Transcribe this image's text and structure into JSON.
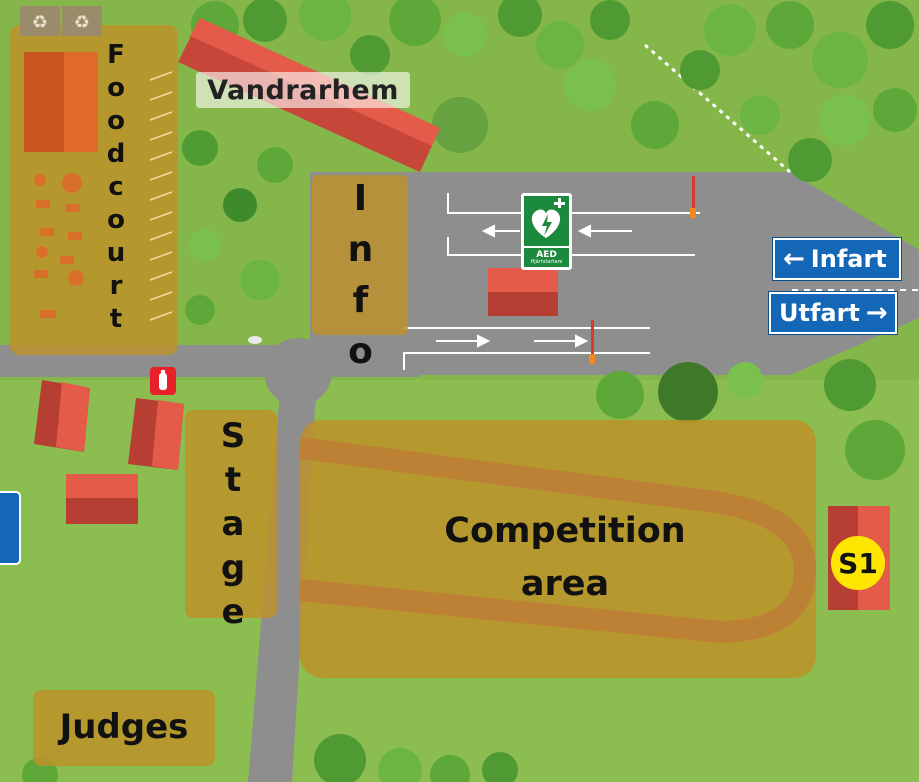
{
  "map": {
    "labels": {
      "vandrarhem": "Vandrarhem",
      "foodcourt": "Foodcourt",
      "info": "Info",
      "stage": "Stage",
      "competition_line1": "Competition",
      "competition_line2": "area",
      "judges": "Judges"
    },
    "signs": {
      "infart": "Infart",
      "utfart": "Utfart",
      "aed_title": "AED",
      "aed_sub": "Hjärtstartare",
      "s1": "S1"
    },
    "icons": [
      "recycling-bin-icon",
      "aed-icon",
      "fire-extinguisher-icon",
      "arrow-left-icon",
      "arrow-right-icon"
    ],
    "colors": {
      "grass": "#84b64a",
      "road": "#8e8e8e",
      "zone": "#be9128",
      "roof": "#d8463a",
      "sign_blue": "#1367b6",
      "aed_green": "#1c8a3c",
      "s1_yellow": "#ffe600"
    }
  }
}
